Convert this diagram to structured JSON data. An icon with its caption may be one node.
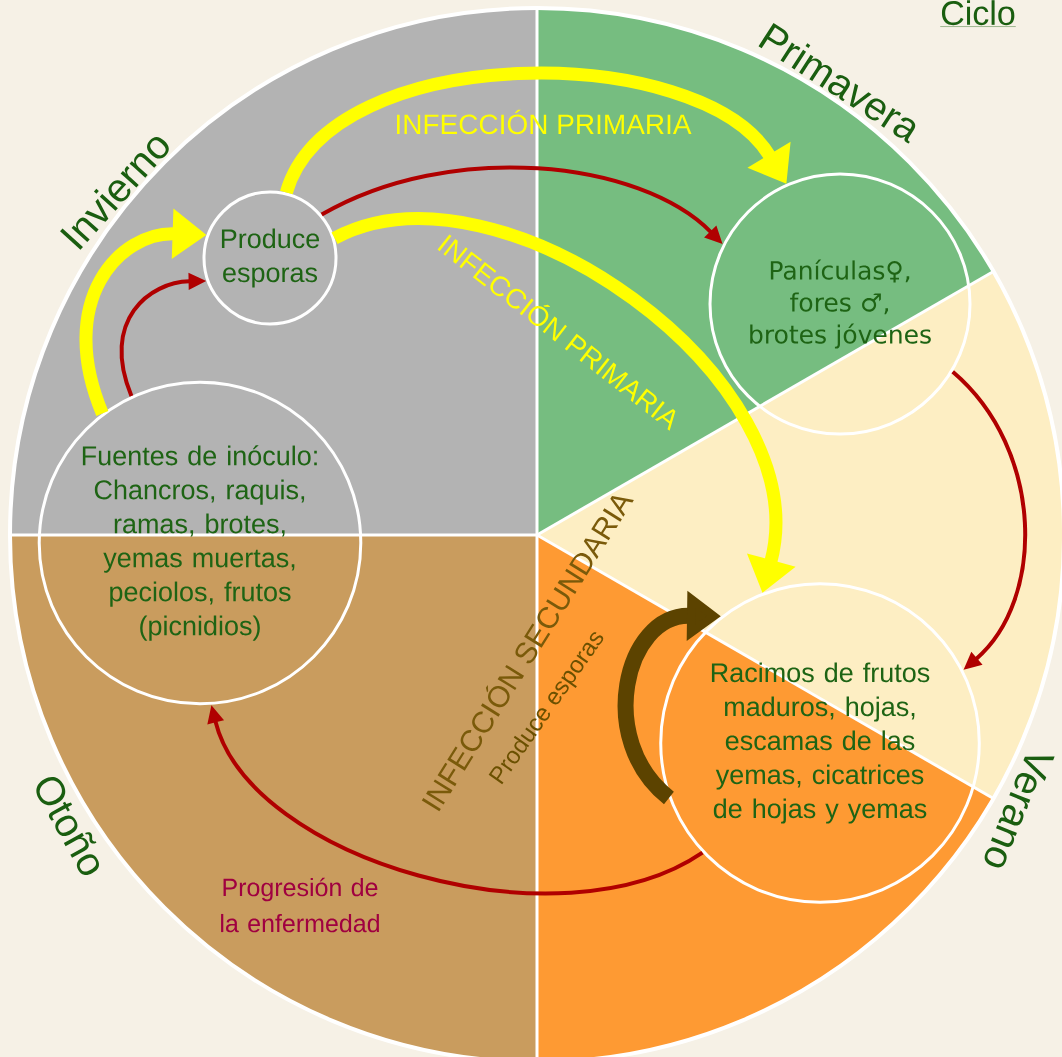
{
  "diagram": {
    "title": "Ciclo",
    "nodes": [
      {
        "text": [
          "Produce esporas"
        ]
      },
      {
        "text": [
          "Panículas♀, fores ♂, brotes jóvenes"
        ]
      },
      {
        "text": [
          "Fuentes de inóculo: Chancros, raquis, ramas, brotes, yemas muertas, peciolos, frutos (picnidios)"
        ]
      },
      {
        "text": [
          "Racimos de frutos maduros, hojas, escamas de las yemas, cicatrices de hojas y yemas"
        ]
      }
    ],
    "edges": [
      {
        "from": 0,
        "to": 1,
        "arrow": "to",
        "label": "INFECCIÓN PRIMARIA",
        "style": "thick",
        "color": "#ffff00"
      },
      {
        "from": 0,
        "to": 1,
        "arrow": "to"
      },
      {
        "from": 0,
        "to": 3,
        "arrow": "to",
        "label": "INFECCIÓN PRIMARIA",
        "style": "thick",
        "color": "#ffff00"
      },
      {
        "from": 2,
        "to": 0,
        "arrow": "to",
        "style": "thick",
        "color": "#ffff00"
      },
      {
        "from": 2,
        "to": 0,
        "arrow": "to"
      },
      {
        "from": 1,
        "to": 3,
        "arrow": "to"
      },
      {
        "from": 3,
        "to": 3,
        "arrow": "to",
        "label": "Produce esporas",
        "style": "thick",
        "color": "#5c4300"
      },
      {
        "from": 3,
        "to": 2,
        "arrow": "to",
        "label": "Progresión de la enfermedad"
      }
    ],
    "labels": [
      "Invierno",
      "Primavera",
      "Verano",
      "Otoño",
      "INFECCIÓN SECUNDARIA"
    ]
  }
}
